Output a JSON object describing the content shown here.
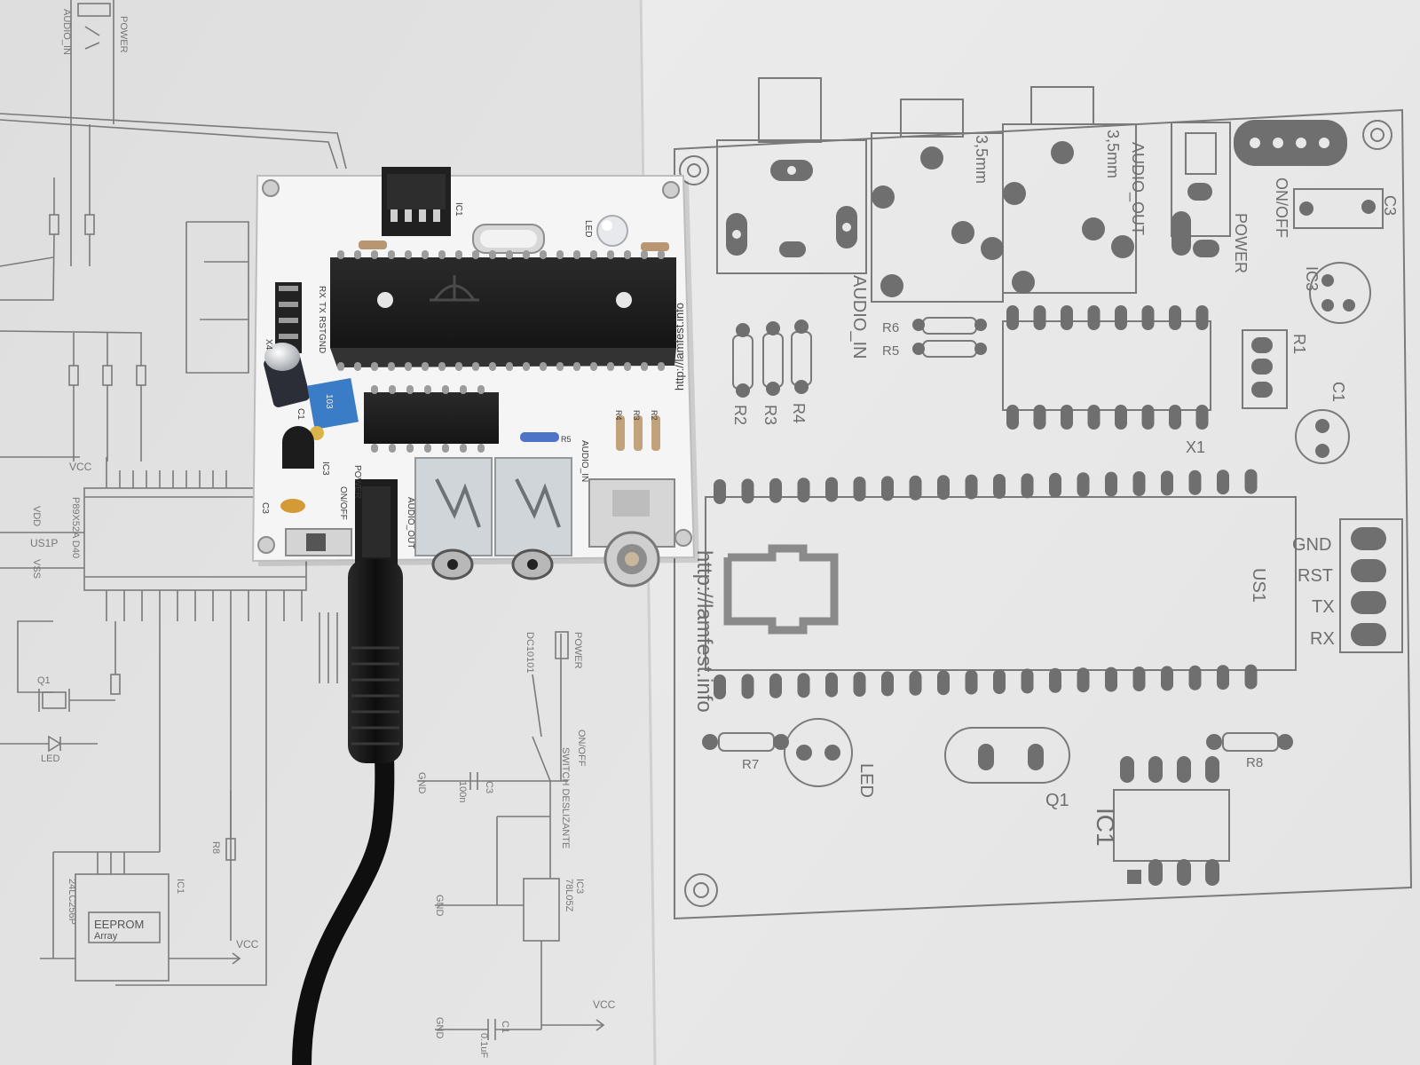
{
  "colors": {
    "paper_left": "#e3e3e3",
    "paper_right": "#ececec",
    "ink": "#7a7a7a",
    "ink_dark": "#5f5f5f",
    "pcb": "#f4f4f4",
    "chip": "#1c1c1c",
    "cable": "#141414"
  },
  "schematic": {
    "audio_in": "AUDIO_IN",
    "power": "POWER",
    "vcc": "VCC",
    "gnd": "GND",
    "mcu": "P89X52A D40",
    "us1p": "US1P",
    "vdd": "VDD",
    "vss": "VSS",
    "q1": "Q1",
    "led": "LED",
    "eeprom": "EEPROM",
    "array": "Array",
    "eeprom_part": "24LC256P",
    "ic1": "IC1",
    "r8": "R8",
    "c1": "C1",
    "c1_val": "0.1uF",
    "c3": "C3",
    "c3_val": "100n",
    "ic3": "IC3",
    "ic3_part": "78L05Z",
    "dc_jack": "DC10101",
    "switch": "SWITCH DESLIZANTE",
    "on_off": "ON/OFF"
  },
  "layout_sheet": {
    "size_35_a": "3,5mm",
    "size_35_b": "3,5mm",
    "audio_out": "AUDIO_OUT",
    "audio_in": "AUDIO_IN",
    "on_off": "ON/OFF",
    "power": "POWER",
    "c3": "C3",
    "ic3": "IC3",
    "r1": "R1",
    "c1": "C1",
    "r2": "R2",
    "r3": "R3",
    "r4": "R4",
    "r5": "R5",
    "r6": "R6",
    "r7": "R7",
    "r8": "R8",
    "x1": "X1",
    "us1": "US1",
    "gnd": "GND",
    "rst": "RST",
    "tx": "TX",
    "rx": "RX",
    "led": "LED",
    "q1": "Q1",
    "ic1": "IC1",
    "url": "http://lamfest.info"
  },
  "board": {
    "url": "http://lamfest.info",
    "ic1": "IC1",
    "led": "LED",
    "x4": "X4",
    "rx": "RX",
    "tx": "TX",
    "rst": "RST",
    "gnd": "GND",
    "c1": "C1",
    "r1_val": "103",
    "ic3": "IC3",
    "c3": "C3",
    "on_off": "ON/OFF",
    "power": "POWER",
    "audio_out": "AUDIO_OUT",
    "audio_in": "AUDIO_IN",
    "r5": "R5",
    "r4": "R4",
    "r3": "R3",
    "r2": "R2"
  }
}
